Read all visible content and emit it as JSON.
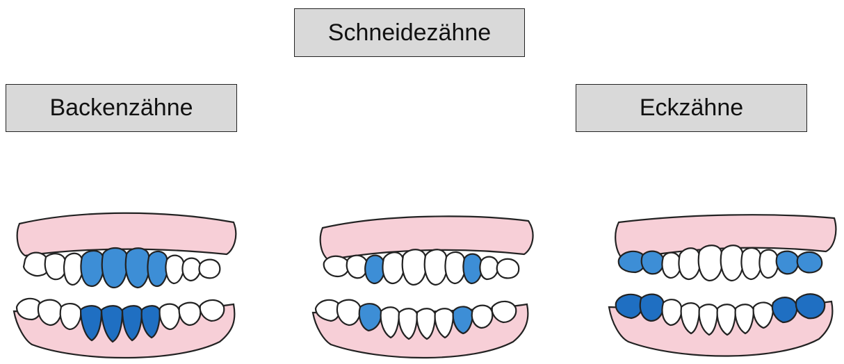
{
  "labels": {
    "incisors": "Schneidezähne",
    "molars": "Backenzähne",
    "canines": "Eckzähne"
  },
  "colors": {
    "gum": "#f7cfd7",
    "highlight": "#3d8ed6",
    "highlight_dark": "#1f6fc2",
    "outline": "#222222",
    "box": "#d9d9d9"
  },
  "illustrations": [
    {
      "name": "denture-left",
      "highlight": "front teeth"
    },
    {
      "name": "denture-middle",
      "highlight": "canines"
    },
    {
      "name": "denture-right",
      "highlight": "back teeth"
    }
  ]
}
